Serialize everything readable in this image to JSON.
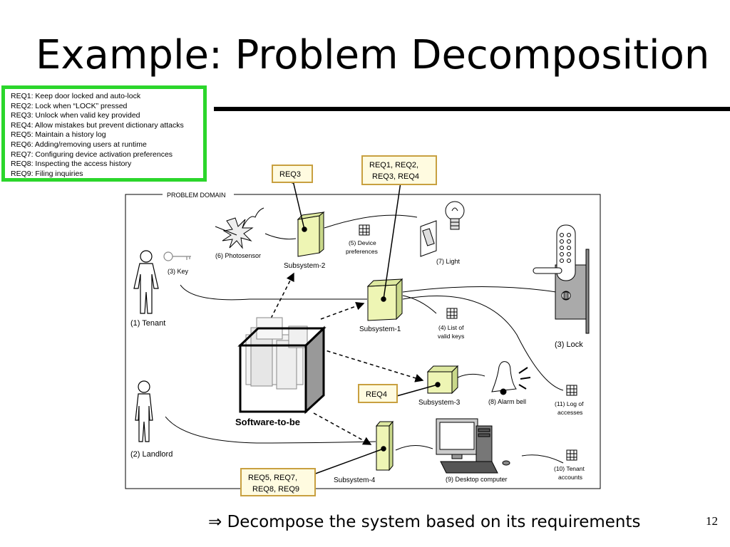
{
  "title": "Example: Problem Decomposition",
  "requirements": [
    "REQ1: Keep door locked and auto-lock",
    "REQ2: Lock when “LOCK” pressed",
    "REQ3: Unlock when valid key provided",
    "REQ4: Allow mistakes but prevent dictionary attacks",
    "REQ5: Maintain a history log",
    "REQ6: Adding/removing users at runtime",
    "REQ7: Configuring device activation preferences",
    "REQ8: Inspecting the access history",
    "REQ9: Filing inquiries"
  ],
  "diagram": {
    "frame_label": "PROBLEM DOMAIN",
    "labels": {
      "photosensor": "(6) Photosensor",
      "key": "(3) Key",
      "tenant": "(1) Tenant",
      "landlord": "(2) Landlord",
      "subsystem2": "Subsystem-2",
      "subsystem1": "Subsystem-1",
      "subsystem3": "Subsystem-3",
      "subsystem4": "Subsystem-4",
      "device_prefs_1": "(5) Device",
      "device_prefs_2": "preferences",
      "light": "(7) Light",
      "valid_keys_1": "(4) List of",
      "valid_keys_2": "valid keys",
      "lock": "(3) Lock",
      "alarm": "(8) Alarm bell",
      "log_1": "(11) Log of",
      "log_2": "accesses",
      "tenant_acc_1": "(10) Tenant",
      "tenant_acc_2": "accounts",
      "desktop": "(9) Desktop computer",
      "software": "Software-to-be"
    },
    "callouts": {
      "req3": "REQ3",
      "req1234_1": "REQ1, REQ2,",
      "req1234_2": "REQ3, REQ4",
      "req4": "REQ4",
      "req5789_1": "REQ5, REQ7,",
      "req5789_2": "REQ8, REQ9"
    }
  },
  "footer": {
    "arrow": "⇒",
    "text": "Decompose the system based on its requirements",
    "page": "12"
  },
  "colors": {
    "highlight_border": "#2bd62b",
    "callout_fill": "#fffbe0",
    "callout_border": "#c8a040",
    "subsystem_fill": "#eef5b4"
  }
}
